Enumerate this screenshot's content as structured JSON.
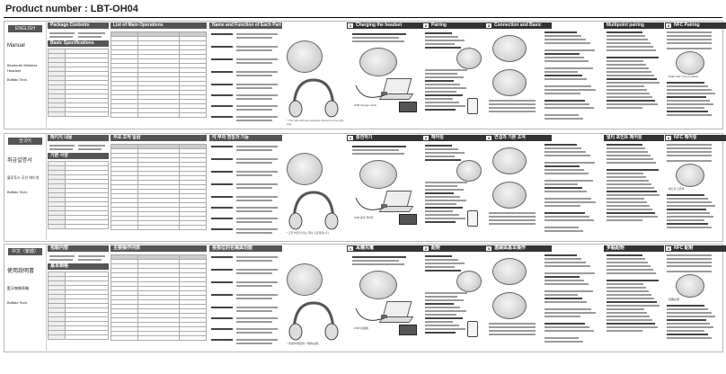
{
  "document": {
    "title": "Product number : LBT-OH04",
    "model": "LBT-OH04"
  },
  "bands": [
    {
      "lang_tag": "ENGLISH",
      "manual_label": "Manual",
      "subtitle": "Bluetooth Wireless Headset",
      "brand": "Buffalo Tech.",
      "sections": {
        "package": "Package Contents",
        "specs": "Basic Specifications",
        "list_ops": "List of Main Operations",
        "parts": "Name and Function of Each Part",
        "charging": "Charging the headset",
        "pairing": "Pairing",
        "connection": "Connection and Basic Operations",
        "nfc": "NFC Pairing"
      },
      "step_numbers": [
        "1",
        "2",
        "3",
        "4"
      ],
      "smart_box": {
        "title": "Multipoint pairing",
        "caption": "Right side of the headset"
      },
      "footnote": "* The side with the operation buttons is the right side.",
      "cable_caption": "USB charger cable"
    },
    {
      "lang_tag": "한국어",
      "manual_label": "취급설명서",
      "subtitle": "블루투스 무선 헤드셋",
      "brand": "Buffalo Tech.",
      "sections": {
        "package": "패키지 내용",
        "specs": "기본 사양",
        "list_ops": "주요 조작 일람",
        "parts": "각 부의 명칭과 기능",
        "charging": "충전하기",
        "pairing": "페어링",
        "connection": "연결과 기본 조작",
        "nfc": "NFC 페어링"
      },
      "step_numbers": [
        "1",
        "2",
        "3",
        "4"
      ],
      "smart_box": {
        "title": "멀티 포인트 페어링",
        "caption": "헤드셋 오른쪽"
      },
      "footnote": "* 조작 버튼이 있는 쪽이 오른쪽입니다.",
      "cable_caption": "USB 충전 케이블"
    },
    {
      "lang_tag": "中文（繁體）",
      "manual_label": "使用說明書",
      "subtitle": "藍牙無線耳機",
      "brand": "Buffalo Tech.",
      "sections": {
        "package": "包裝內容",
        "specs": "基本規格",
        "list_ops": "主要操作列表",
        "parts": "各部位的名稱與功能",
        "charging": "耳機充電",
        "pairing": "配對",
        "connection": "連線與基本操作",
        "nfc": "NFC 配對"
      },
      "step_numbers": [
        "1",
        "2",
        "3",
        "4"
      ],
      "smart_box": {
        "title": "多點配對",
        "caption": "耳機右側"
      },
      "footnote": "* 有操作按鈕的一側為右側。",
      "cable_caption": "USB 充電線"
    }
  ]
}
